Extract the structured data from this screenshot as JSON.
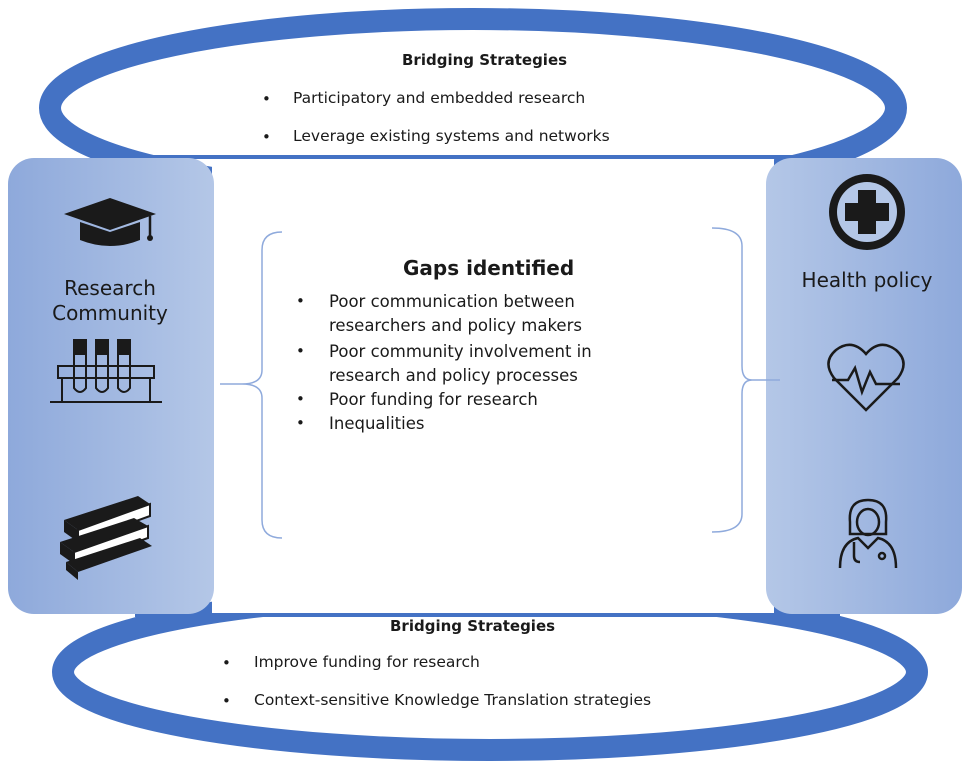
{
  "top_strategies": {
    "title": "Bridging Strategies",
    "items": [
      "Participatory and embedded  research",
      "Leverage existing systems and networks"
    ]
  },
  "bottom_strategies": {
    "title": "Bridging Strategies",
    "items": [
      "Improve funding for research",
      "Context-sensitive Knowledge Translation strategies"
    ]
  },
  "left_panel": {
    "label_line1": "Research",
    "label_line2": "Community",
    "icons": [
      "graduation-cap-icon",
      "test-tubes-icon",
      "books-icon"
    ]
  },
  "right_panel": {
    "label": "Health policy",
    "icons": [
      "medical-cross-icon",
      "heart-pulse-icon",
      "doctor-icon"
    ]
  },
  "gaps": {
    "title": "Gaps identified",
    "items": [
      {
        "line1": "Poor communication between",
        "line2": "researchers and policy makers"
      },
      {
        "line1": "Poor community involvement in",
        "line2": "research and policy processes"
      },
      {
        "line1": "Poor funding for research"
      },
      {
        "line1": "Inequalities"
      }
    ]
  },
  "colors": {
    "ring": "#4472c4",
    "panel": "#8ea9db",
    "panel_light": "#b4c7e7",
    "bracket": "#8faadc",
    "icon": "#1a1a1a"
  }
}
